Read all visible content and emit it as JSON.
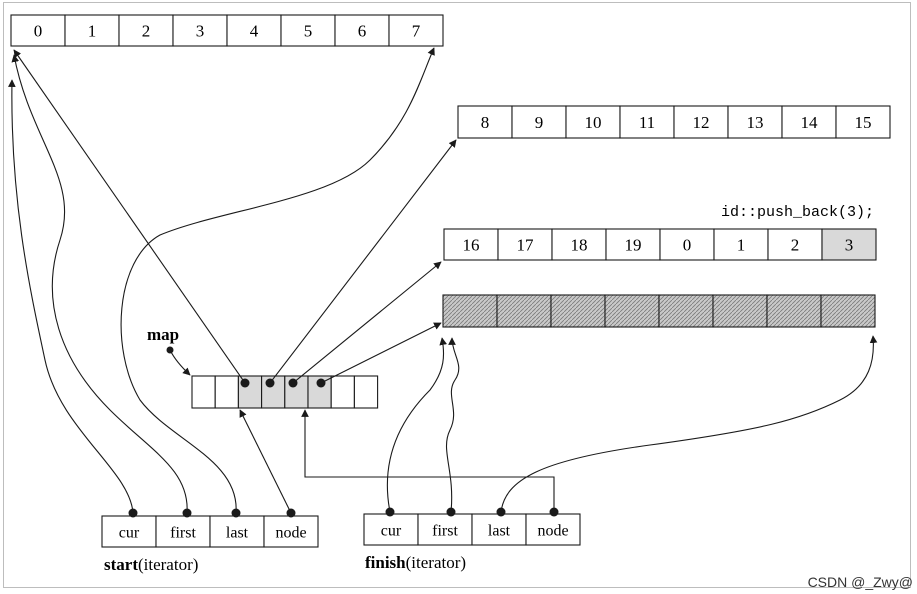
{
  "colors": {
    "line": "#1a1a1a",
    "highlight": "#d9d9d9",
    "buffer_fill": "#bdbdbd"
  },
  "buffers": [
    {
      "name": "buffer-1",
      "cells": [
        "0",
        "1",
        "2",
        "3",
        "4",
        "5",
        "6",
        "7"
      ]
    },
    {
      "name": "buffer-2",
      "cells": [
        "8",
        "9",
        "10",
        "11",
        "12",
        "13",
        "14",
        "15"
      ]
    },
    {
      "name": "buffer-3",
      "cells": [
        "16",
        "17",
        "18",
        "19",
        "0",
        "1",
        "2",
        "3"
      ],
      "highlight_last": true
    },
    {
      "name": "buffer-4",
      "cells": [
        "",
        "",
        "",
        "",
        "",
        "",
        "",
        ""
      ],
      "hatched": true
    }
  ],
  "annotation": "id::push_back(3);",
  "map": {
    "label": "map",
    "cells": 8,
    "highlighted": [
      2,
      3,
      4,
      5
    ]
  },
  "start": {
    "fields": [
      "cur",
      "first",
      "last",
      "node"
    ],
    "title": "start",
    "suffix": "(iterator)"
  },
  "finish": {
    "fields": [
      "cur",
      "first",
      "last",
      "node"
    ],
    "title": "finish",
    "suffix": "(iterator)"
  },
  "watermark": "CSDN @_Zwy@"
}
